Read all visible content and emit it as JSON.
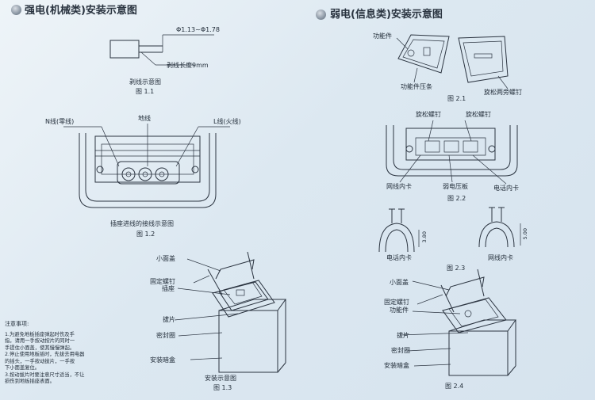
{
  "left": {
    "title": "强电(机械类)安装示意图",
    "fig11": {
      "dim_label": "Φ1.13~Φ1.78",
      "strip_label": "剥线长度9mm",
      "caption": "剥线示意图",
      "fig": "图 1.1"
    },
    "fig12": {
      "n_label": "N线(零线)",
      "ground_label": "地线",
      "l_label": "L线(火线)",
      "caption": "插座进线的接线示意图",
      "fig": "图 1.2"
    },
    "fig13": {
      "cover_label": "小面盖",
      "screw_label": "固定螺钉",
      "socket_label": "插座",
      "clip_label": "拔片",
      "seal_label": "密封圈",
      "box_label": "安装暗盒",
      "caption": "安装示意图",
      "fig": "图 1.3"
    },
    "notes": {
      "title": "注意事项:",
      "lines": [
        "1.为避免地板插座弹起时伤及手",
        "  指，请用一手按动按片的同时一",
        "  手提住小面盖，使其慢慢弹起。",
        "2.停止使用地板插时，先拔去用电器",
        "  的插头，一手按动拔片，一手按",
        "  下小面盖复位。",
        "3.按动拔片时要注意尺寸适当，不让",
        "  损伤到地板插座表面。"
      ]
    }
  },
  "right": {
    "title": "弱电(信息类)安装示意图",
    "fig21": {
      "module_label": "功能件",
      "strip_label": "功能件压条",
      "screw_label": "旋松两旁螺钉",
      "fig": "图 2.1"
    },
    "fig22": {
      "screw_left": "旋松螺钉",
      "screw_right": "旋松螺钉",
      "net_clip": "网线内卡",
      "weak_plate": "弱电压板",
      "phone_clip": "电话内卡",
      "fig": "图 2.2"
    },
    "fig23": {
      "dim_left": "3.80",
      "dim_right": "5.00",
      "phone_clip": "电话内卡",
      "net_clip": "网线内卡",
      "fig": "图 2.3"
    },
    "fig24": {
      "cover_label": "小面盖",
      "screw_label": "固定螺钉",
      "module_label": "功能件",
      "clip_label": "拔片",
      "seal_label": "密封圈",
      "box_label": "安装暗盒",
      "fig": "图 2.4"
    }
  }
}
